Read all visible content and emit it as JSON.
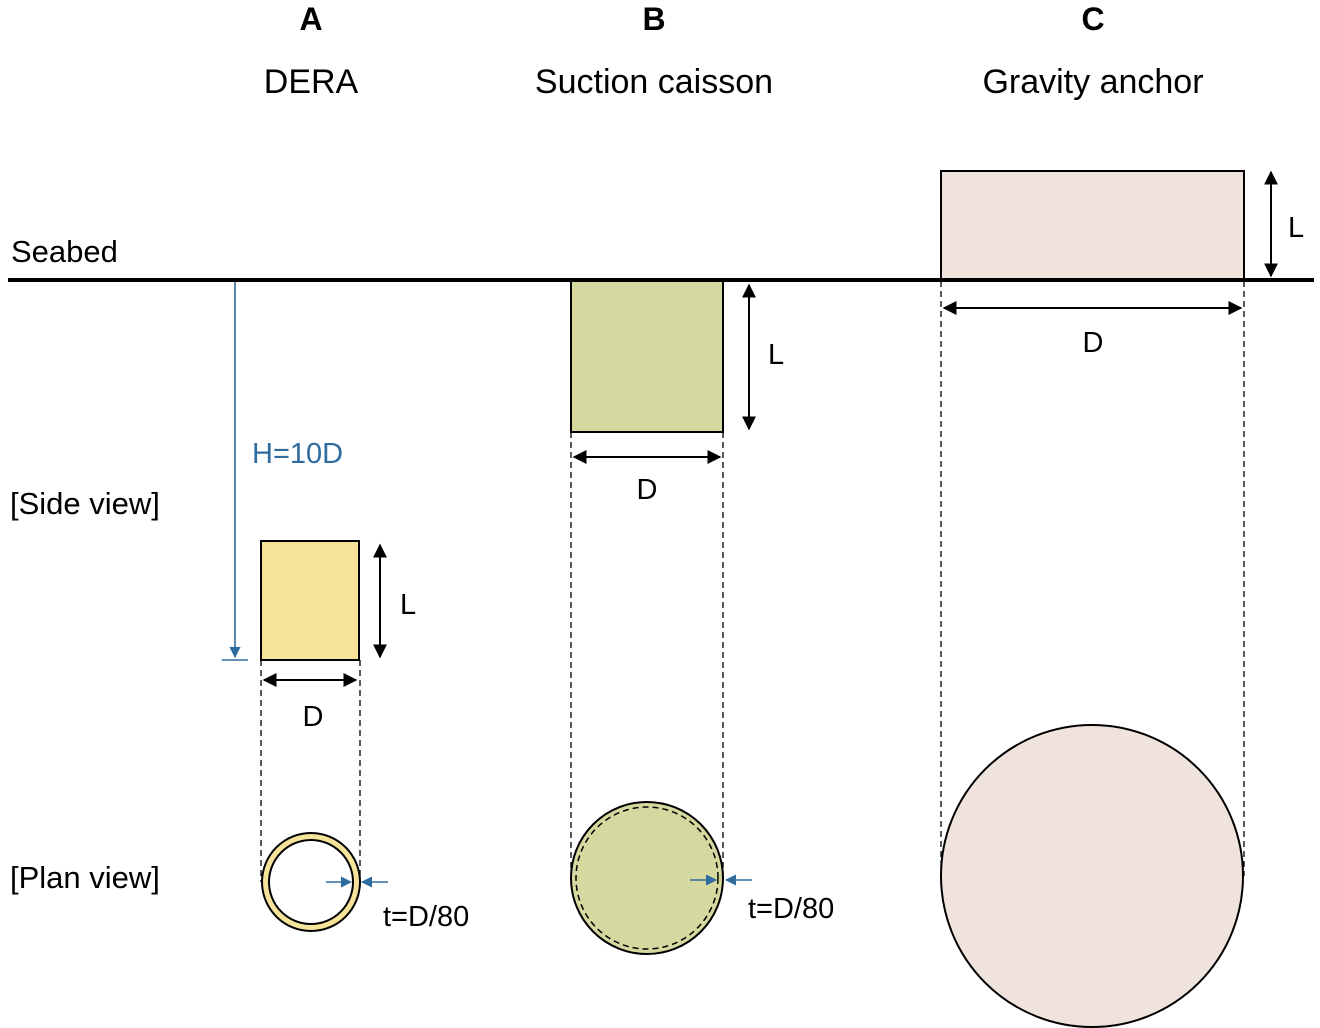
{
  "columns": [
    {
      "letter": "A",
      "title": "DERA"
    },
    {
      "letter": "B",
      "title": "Suction caisson"
    },
    {
      "letter": "C",
      "title": "Gravity anchor"
    }
  ],
  "seabed_label": "Seabed",
  "side_view_label": "[Side view]",
  "plan_view_label": "[Plan view]",
  "dera": {
    "depth_label": "H=10D",
    "length_label": "L",
    "diameter_label": "D",
    "thickness_label": "t=D/80"
  },
  "caisson": {
    "length_label": "L",
    "diameter_label": "D",
    "thickness_label": "t=D/80"
  },
  "gravity": {
    "length_label": "L",
    "diameter_label": "D"
  },
  "colors": {
    "dera_fill": "#f5e39a",
    "caisson_fill": "#d6d99f",
    "gravity_fill": "#f0e3dd",
    "dimension_blue": "#2e6b9e"
  }
}
